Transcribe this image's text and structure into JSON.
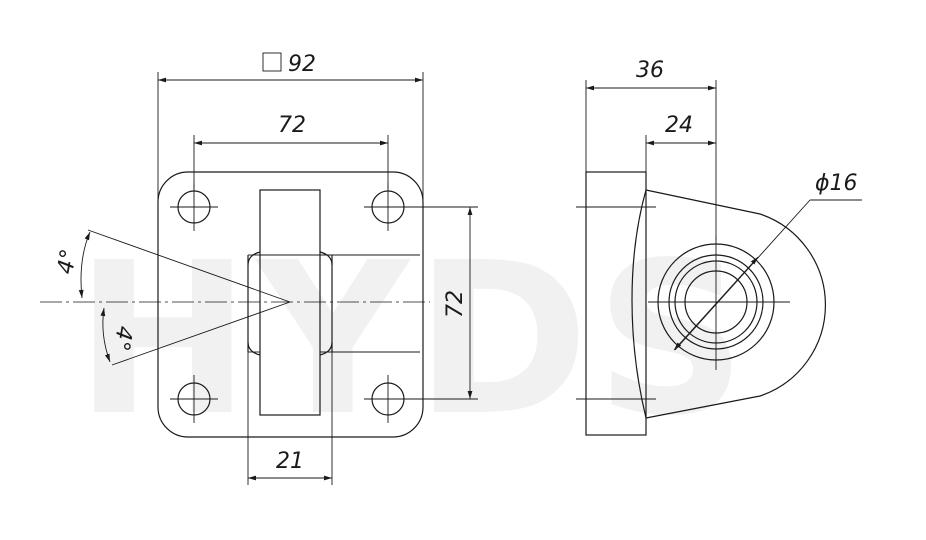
{
  "watermark": "HYDS",
  "front_view": {
    "dim_square": "92",
    "dim_hole_spacing_horizontal": "72",
    "dim_hole_spacing_vertical": "72",
    "dim_slot_width": "21",
    "angle_upper": "4°",
    "angle_lower": "4°"
  },
  "side_view": {
    "dim_total_depth": "36",
    "dim_boss_depth": "24",
    "dim_bore": "ϕ16"
  }
}
